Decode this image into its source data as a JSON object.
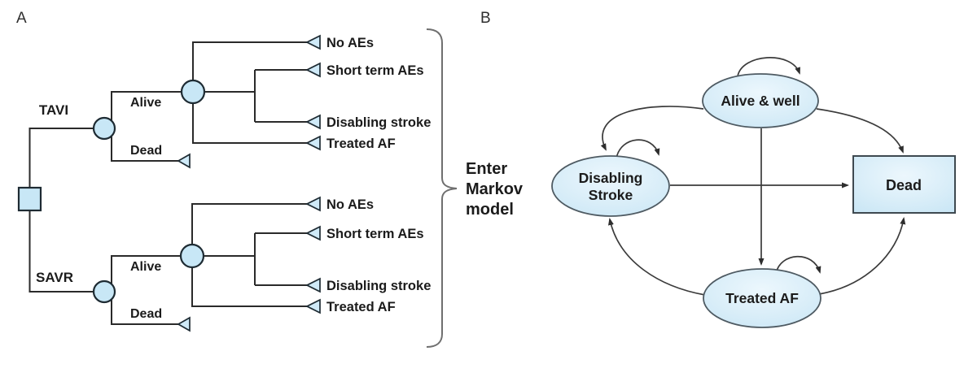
{
  "figure": {
    "type": "decision-analytic model diagram",
    "description": "Panel A: decision tree comparing TAVI vs SAVR; Panel B: Markov state-transition diagram"
  },
  "colors": {
    "node_fill": "#c8e7f6",
    "state_fill": "#cfe9f6",
    "node_stroke": "#1e2b33",
    "state_stroke": "#4e5a62",
    "tree_line": "#2a2a2a",
    "arrow": "#3b3b3b",
    "bracket": "#6f6f6f"
  },
  "panel_a": {
    "label": "A",
    "tavi": {
      "name": "TAVI",
      "alive_label": "Alive",
      "dead_label": "Dead",
      "outcomes": [
        "No AEs",
        "Short term AEs",
        "Disabling stroke",
        "Treated AF"
      ]
    },
    "savr": {
      "name": "SAVR",
      "alive_label": "Alive",
      "dead_label": "Dead",
      "outcomes": [
        "No AEs",
        "Short term AEs",
        "Disabling stroke",
        "Treated AF"
      ]
    },
    "bracket_text_lines": [
      "Enter",
      "Markov",
      "model"
    ]
  },
  "panel_b": {
    "label": "B",
    "states": {
      "alive_well": "Alive & well",
      "disabling_stroke_line1": "Disabling",
      "disabling_stroke_line2": "Stroke",
      "treated_af": "Treated AF",
      "dead": "Dead"
    },
    "transitions": [
      {
        "from": "Alive & well",
        "to": "Alive & well"
      },
      {
        "from": "Alive & well",
        "to": "Disabling Stroke"
      },
      {
        "from": "Alive & well",
        "to": "Treated AF"
      },
      {
        "from": "Alive & well",
        "to": "Dead"
      },
      {
        "from": "Disabling Stroke",
        "to": "Disabling Stroke"
      },
      {
        "from": "Disabling Stroke",
        "to": "Dead"
      },
      {
        "from": "Treated AF",
        "to": "Treated AF"
      },
      {
        "from": "Treated AF",
        "to": "Disabling Stroke"
      },
      {
        "from": "Treated AF",
        "to": "Dead"
      }
    ]
  }
}
